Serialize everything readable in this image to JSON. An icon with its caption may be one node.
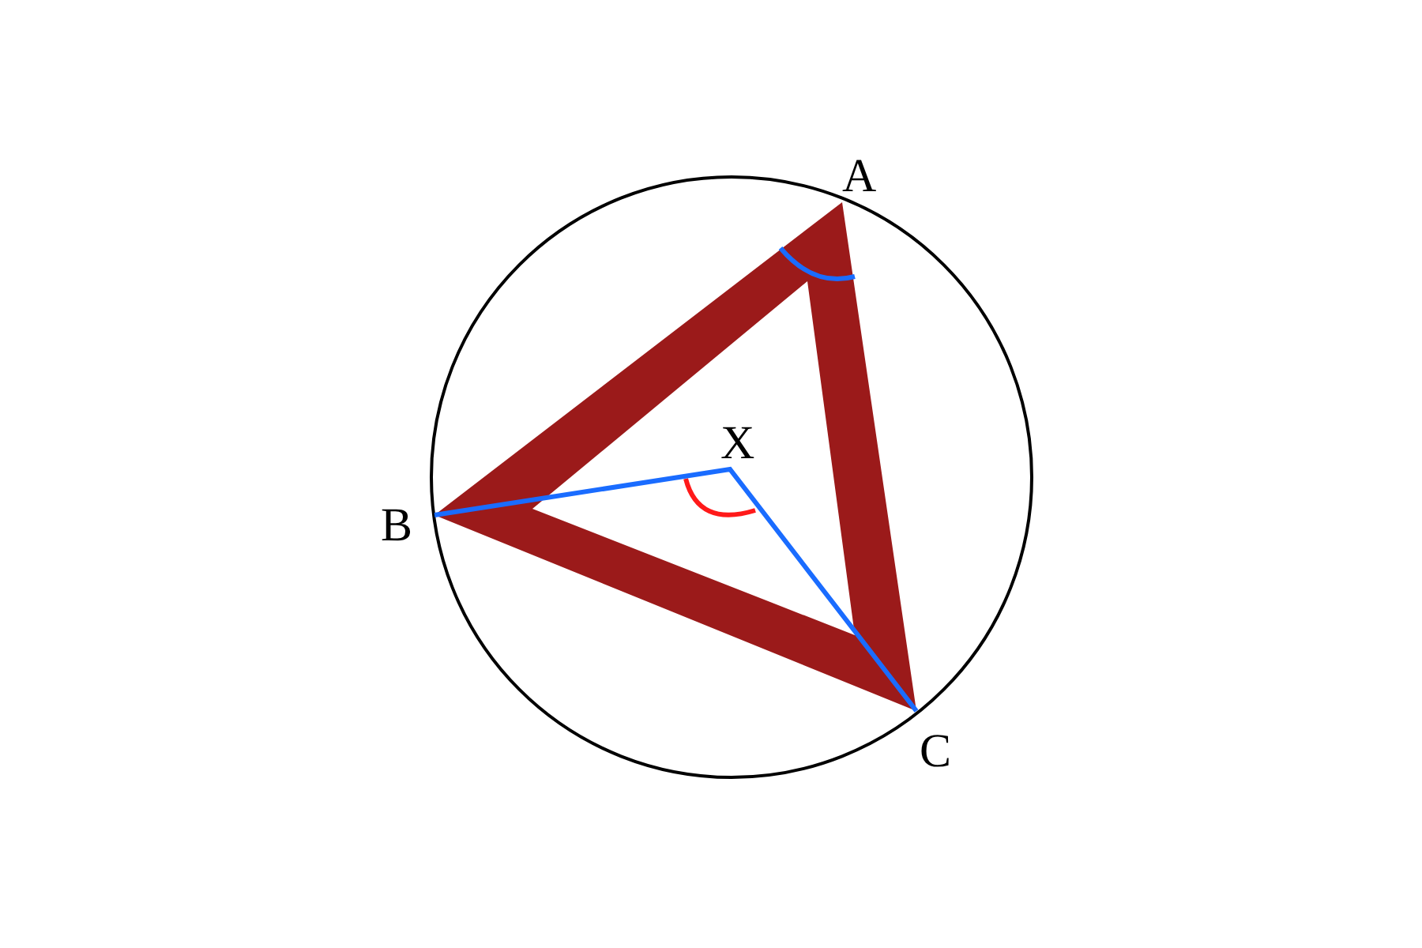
{
  "diagram": {
    "labels": [
      "A",
      "X",
      "B",
      "C"
    ]
  }
}
